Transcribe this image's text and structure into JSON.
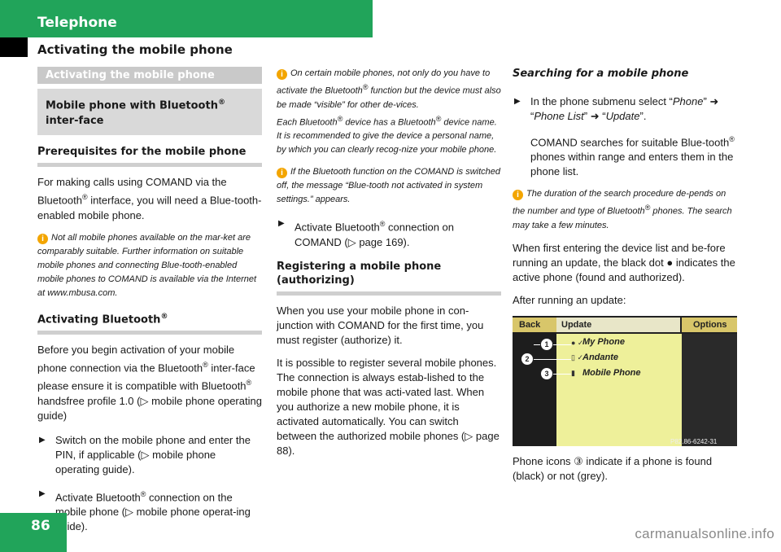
{
  "header": {
    "section": "Telephone",
    "title": "Activating the mobile phone"
  },
  "page": {
    "number": "86",
    "watermark": "carmanualsonline.info"
  },
  "col1": {
    "bar": "Activating the mobile phone",
    "box_a": "Mobile phone with Bluetooth",
    "box_b": " inter-face",
    "prereq_h": "Prerequisites for the mobile phone",
    "prereq_p_a": "For making calls using COMAND via the Bluetooth",
    "prereq_p_b": " interface, you will need a Blue-tooth-enabled mobile phone.",
    "note1": "Not all mobile phones available on the mar-ket are comparably suitable. Further information on suitable mobile phones and connecting Blue-tooth-enabled mobile phones to COMAND is available via the Internet at www.mbusa.com.",
    "bt_h": "Activating Bluetooth",
    "bt_p_a": "Before you begin activation of your mobile phone connection via the Bluetooth",
    "bt_p_b": " inter-face please ensure it is compatible with Bluetooth",
    "bt_p_c": " handsfree profile 1.0 (▷ mobile phone operating guide)",
    "b1": "Switch on the mobile phone and enter the PIN, if applicable (▷ mobile phone operating guide).",
    "b2_a": "Activate Bluetooth",
    "b2_b": " connection on the mobile phone (▷ mobile phone operat-ing guide)."
  },
  "col2": {
    "note2_a": "On certain mobile phones, not only do you have to activate the Bluetooth",
    "note2_b": " function but the device must also be made “visible” for other de-vices.",
    "note2_c": "Each Bluetooth",
    "note2_d": " device has a Bluetooth",
    "note2_e": " device name. It is recommended to give the device a personal name, by which you can clearly recog-nize your mobile phone.",
    "note3": "If the Bluetooth function on the COMAND is switched off, the message “Blue-tooth not activated in system settings.” appears.",
    "b3_a": "Activate Bluetooth",
    "b3_b": " connection on COMAND (▷ page 169).",
    "reg_h": "Registering a mobile phone (authorizing)",
    "reg_p1": "When you use your mobile phone in con-junction with COMAND for the first time, you must register (authorize) it.",
    "reg_p2": "It is possible to register several mobile phones. The connection is always estab-lished to the mobile phone that was acti-vated last. When you authorize a new mobile phone, it is activated automatically. You can switch between the authorized mobile phones (▷ page 88)."
  },
  "col3": {
    "search_h": "Searching for a mobile phone",
    "b4_a": "In the phone submenu select “",
    "b4_phone": "Phone",
    "b4_mid1": "” ➜ “",
    "b4_list": "Phone List",
    "b4_mid2": "” ➜ “",
    "b4_update": "Update",
    "b4_end": "”.",
    "search_p_a": "COMAND searches for suitable Blue-tooth",
    "search_p_b": " phones within range and enters them in the phone list.",
    "note4_a": "The duration of the search procedure de-pends on the number and type of Bluetooth",
    "note4_b": " phones. The search may take a few minutes.",
    "dev_p": "When first entering the device list and be-fore running an update, the black dot ● indicates the active phone (found and authorized).",
    "after_p": "After running an update:",
    "shot": {
      "back": "Back",
      "update": "Update",
      "options": "Options",
      "row1": "My Phone",
      "row2": "Andante",
      "row3": "Mobile Phone",
      "code": "P82.86-6242-31"
    },
    "icons_p": "Phone icons ③ indicate if a phone is found (black) or not (grey)."
  },
  "sup": "®",
  "colors": {
    "green": "#21a45a",
    "note_icon": "#f3a500",
    "screen_list": "#eef09a"
  }
}
